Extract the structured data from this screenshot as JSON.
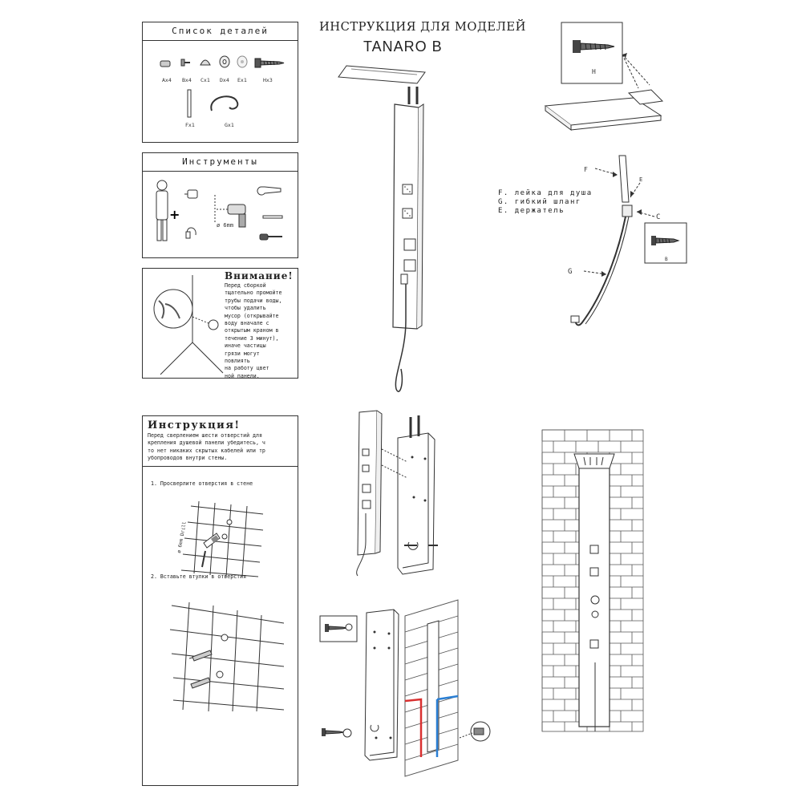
{
  "header": {
    "title": "ИНСТРУКЦИЯ ДЛЯ МОДЕЛЕЙ",
    "model": "TANARO B"
  },
  "parts_box": {
    "title": "Список деталей",
    "parts": [
      {
        "label": "Ax4",
        "icon": "anchor-plug-icon"
      },
      {
        "label": "Bx4",
        "icon": "screw-icon"
      },
      {
        "label": "Cx1",
        "icon": "holder-icon"
      },
      {
        "label": "Dx4",
        "icon": "washer-icon"
      },
      {
        "label": "Ex1",
        "icon": "cap-icon"
      },
      {
        "label": "Hx3",
        "icon": "long-screw-icon"
      },
      {
        "label": "Fx1",
        "icon": "rod-icon"
      },
      {
        "label": "Gx1",
        "icon": "hose-icon"
      }
    ]
  },
  "tools_box": {
    "title": "Инструменты",
    "drill_label": "ø 6mm"
  },
  "warning_box": {
    "title": "Внимание!",
    "text": "Перед сборкой\nтщательно промойте\nтрубы подачи воды,\nчтобы удалить\nмусор (открывайте\nводу вначале с\nоткрытым краном в\nтечение 3 минут),\nиначе частицы\nгрязи могут\nповлиять\nна работу цвет\nной панели."
  },
  "instructions_box": {
    "title": "Инструкция!",
    "text": "Перед сверлением шести отверстий для\nкрепления душевой панели убедитесь, ч\nто нет никаких скрытых кабелей или тр\nубопроводов внутри стены.",
    "step1": "1. Просверлите отверстия в стене",
    "step2": "2. Вставьте втулки в отверстия",
    "drill_label": "ø 6mm Drill"
  },
  "ceiling_detail": {
    "screw_label": "H"
  },
  "hand_shower_detail": {
    "legend": [
      "F. лейка для душа",
      "G. гибкий шланг",
      "E. держатель"
    ],
    "callouts": {
      "f": "F",
      "e": "E",
      "c": "C",
      "g": "G"
    },
    "screw_label": "B"
  },
  "colors": {
    "line": "#333333",
    "hot": "#d93030",
    "cold": "#2a7fd4",
    "brick": "#555555"
  }
}
